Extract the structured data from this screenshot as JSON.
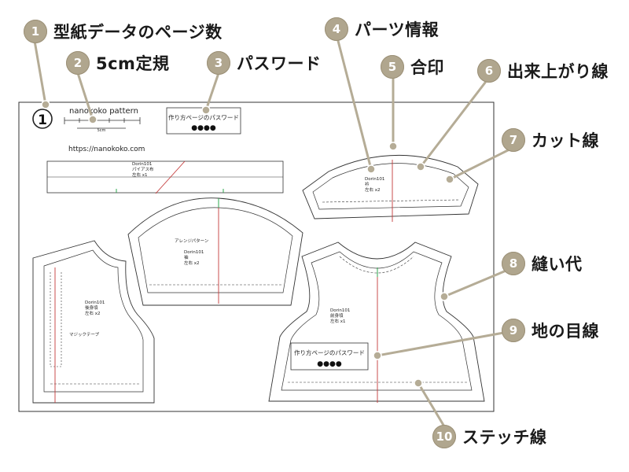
{
  "callouts": [
    {
      "num": "1",
      "label": "型紙データのページ数"
    },
    {
      "num": "2",
      "label": "5cm定規"
    },
    {
      "num": "3",
      "label": "パスワード"
    },
    {
      "num": "4",
      "label": "パーツ情報"
    },
    {
      "num": "5",
      "label": "合印"
    },
    {
      "num": "6",
      "label": "出来上がり線"
    },
    {
      "num": "7",
      "label": "カット線"
    },
    {
      "num": "8",
      "label": "縫い代"
    },
    {
      "num": "9",
      "label": "地の目線"
    },
    {
      "num": "10",
      "label": "ステッチ線"
    }
  ],
  "sheet": {
    "page_number": "1",
    "brand": "nanokoko pattern",
    "ruler_label": "5cm",
    "url": "https://nanokoko.com",
    "password_box": {
      "title": "作り方ページのパスワード",
      "dots": "●●●●"
    }
  },
  "pieces": {
    "collar_info": {
      "line1": "Dorin101",
      "line2": "衿",
      "line3": "左右 x2"
    },
    "band_info": {
      "line1": "Dorin101",
      "line2": "パイアス布",
      "line3": "左右 x1"
    },
    "sleeve_info": {
      "line1": "Dorin101",
      "line2": "袖",
      "line3": "左右 x2"
    },
    "sleeve_title": "アレンジパターン",
    "back_info": {
      "line1": "Dorin101",
      "line2": "後身頃",
      "line3": "左右 x2"
    },
    "back_note": "マジックテープ",
    "front_info": {
      "line1": "Dorin101",
      "line2": "前身頃",
      "line3": "左右 x1"
    },
    "front_password": {
      "title": "作り方ページのパスワード",
      "dots": "●●●●"
    }
  },
  "colors": {
    "badge": "#b0a68e",
    "leader": "#b5ac96",
    "grain": "#c43a3a",
    "green": "#2fa84f",
    "outline": "#333333"
  }
}
